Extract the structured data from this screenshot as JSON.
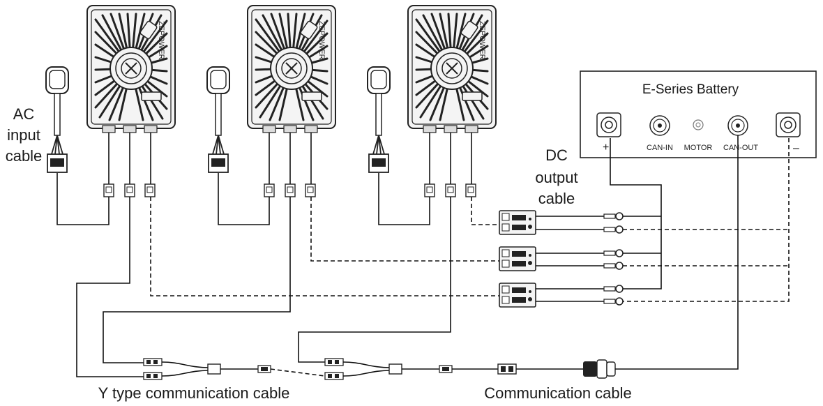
{
  "labels": {
    "ac_input_line1": "AC",
    "ac_input_line2": "input",
    "ac_input_line3": "cable",
    "dc_output_line1": "DC",
    "dc_output_line2": "output",
    "dc_output_line3": "cable",
    "y_type_cable": "Y type communication cable",
    "communication_cable": "Communication cable"
  },
  "battery": {
    "title": "E-Series Battery",
    "plus": "+",
    "minus": "–",
    "can_in": "CAN-IN",
    "motor": "MOTOR",
    "can_out": "CAN-OUT"
  },
  "charger_brand": "ZEPOWER",
  "icons": [
    "charger-unit-icon",
    "plug-icon",
    "connector-icon",
    "battery-terminal-icon",
    "round-port-icon",
    "ring-terminal-icon"
  ]
}
